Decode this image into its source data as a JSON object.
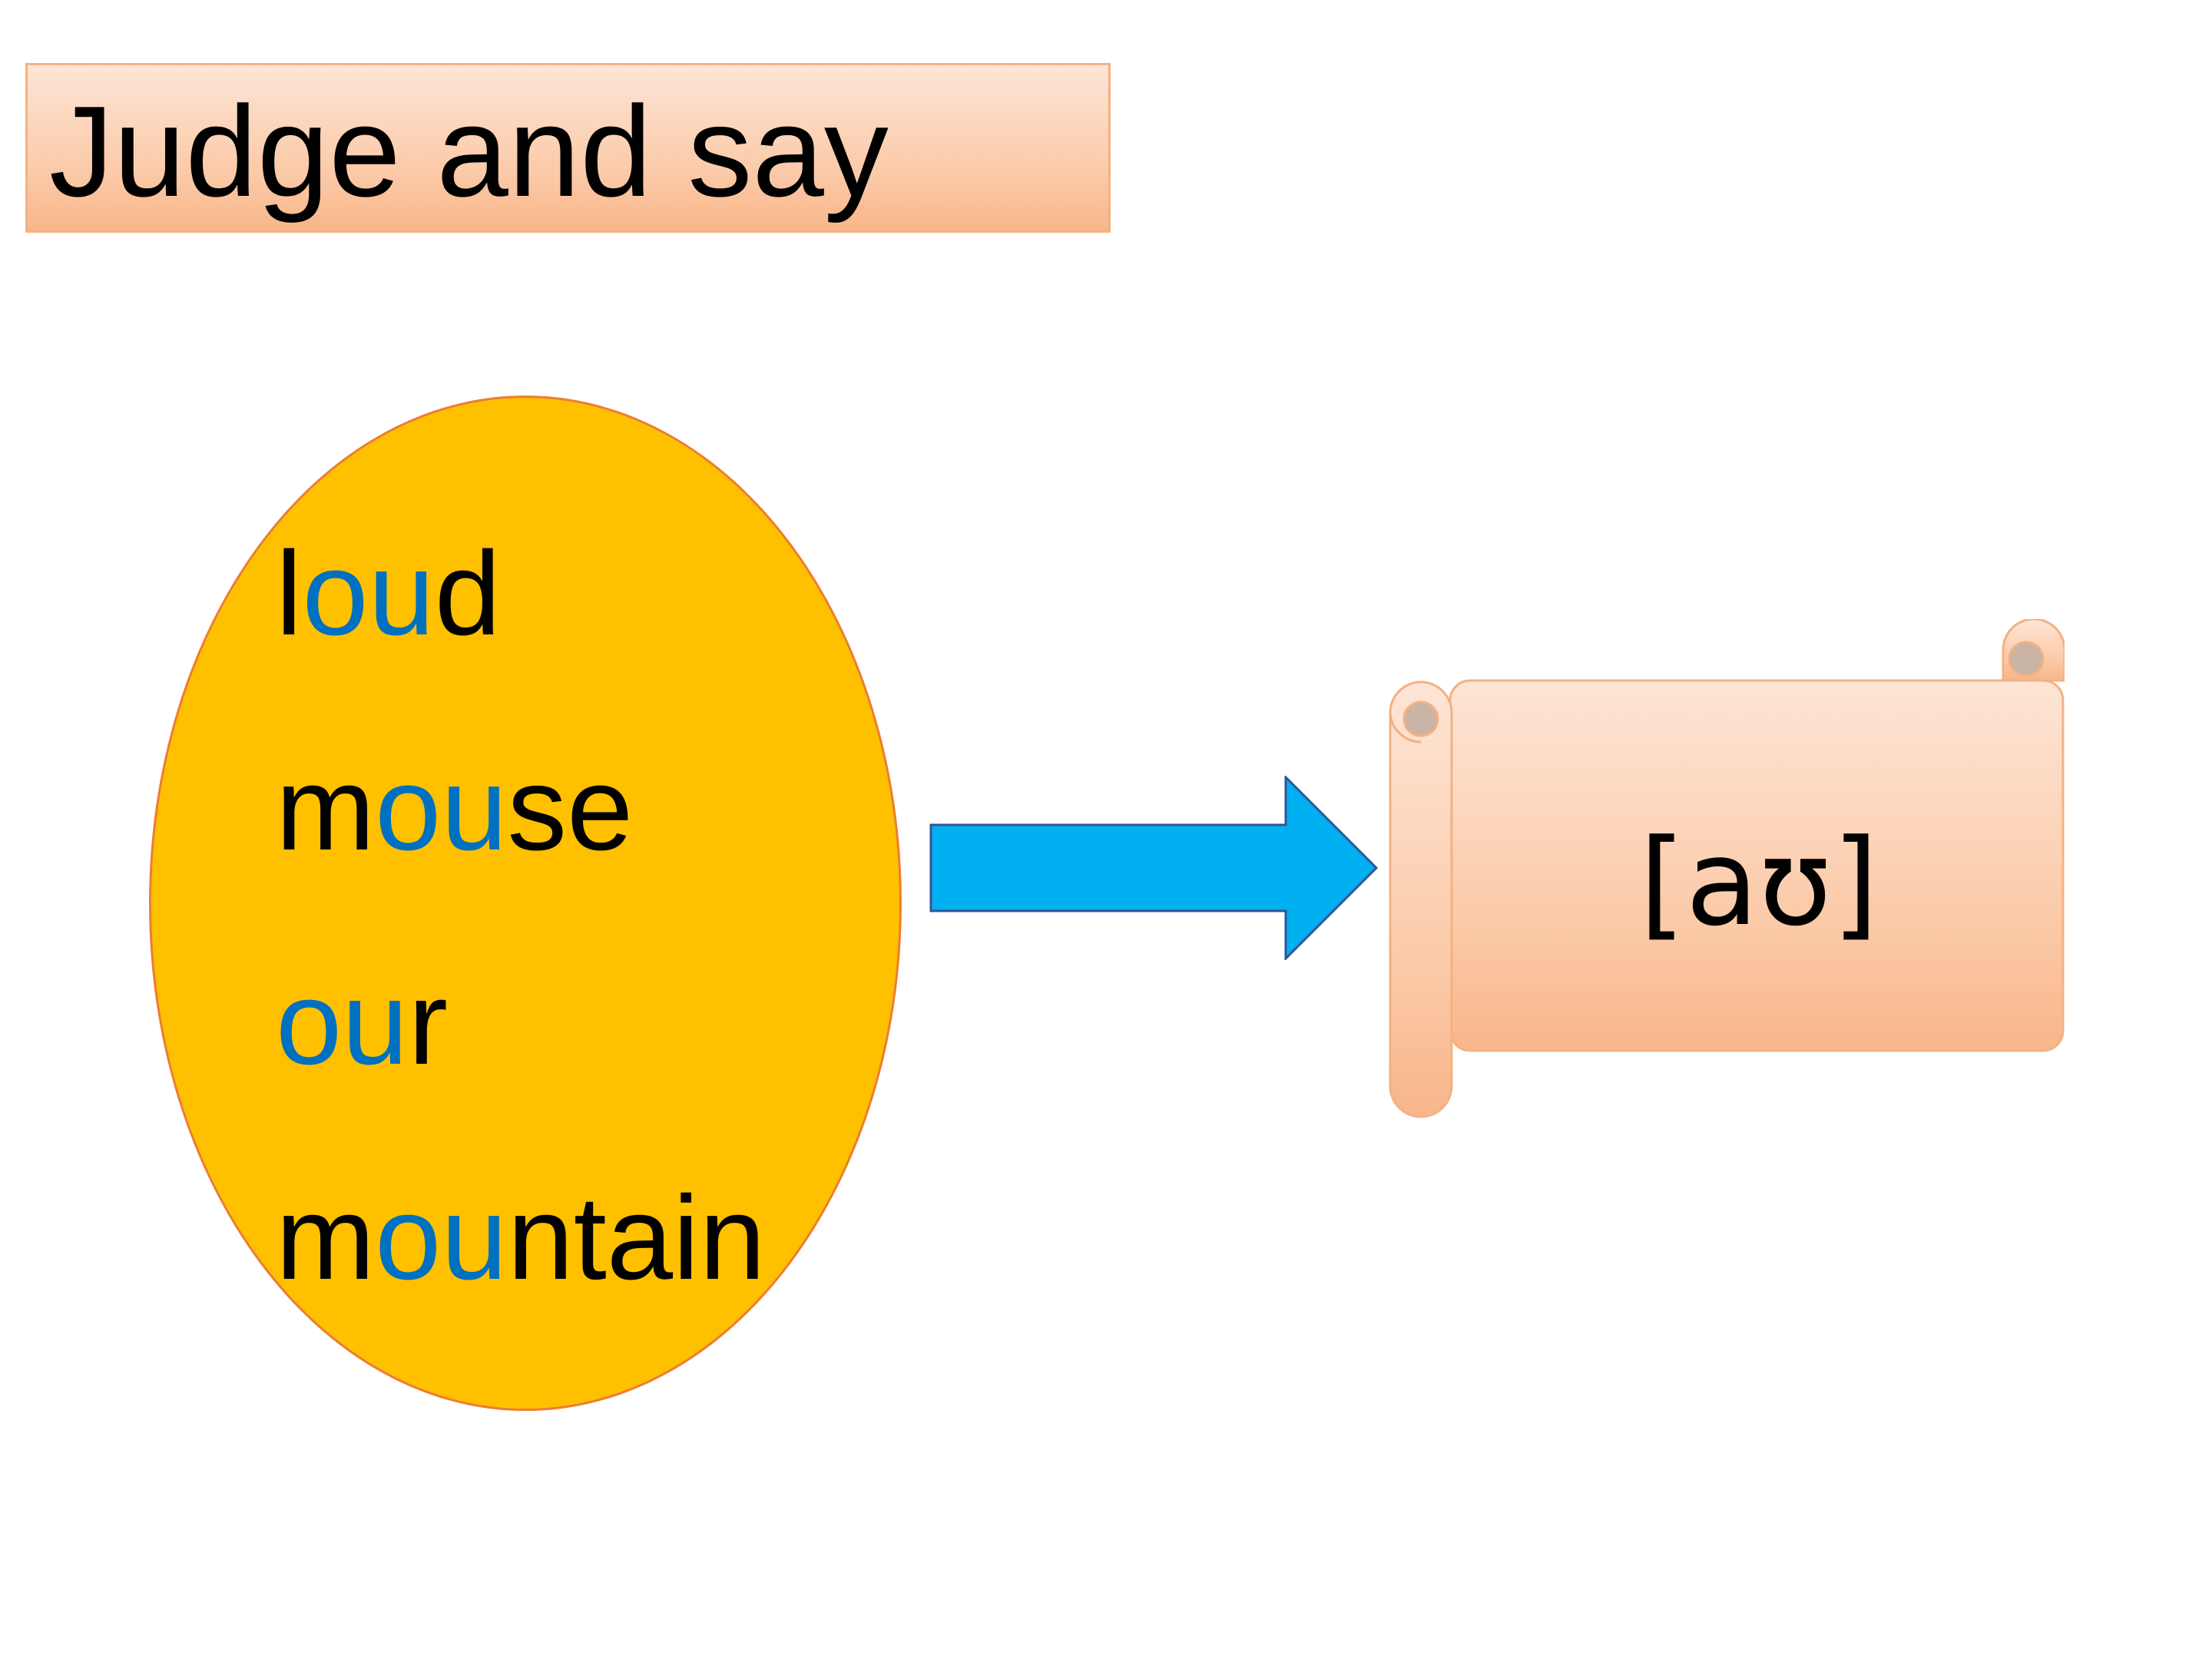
{
  "slide": {
    "title": "Judge and say",
    "words": [
      {
        "pre": "l",
        "hl": "ou",
        "post": "d"
      },
      {
        "pre": "m",
        "hl": "ou",
        "post": "se"
      },
      {
        "pre": "",
        "hl": "ou",
        "post": "r"
      },
      {
        "pre": "m",
        "hl": "ou",
        "post": "ntain"
      }
    ],
    "phonetic": "[aʊ]"
  },
  "colors": {
    "oval_fill": "#FFC000",
    "highlight": "#0070C0",
    "arrow": "#00B0F0",
    "peach": "#FBCAA8"
  },
  "icons": {
    "arrow": "right-arrow-icon",
    "scroll": "horizontal-scroll-banner"
  }
}
